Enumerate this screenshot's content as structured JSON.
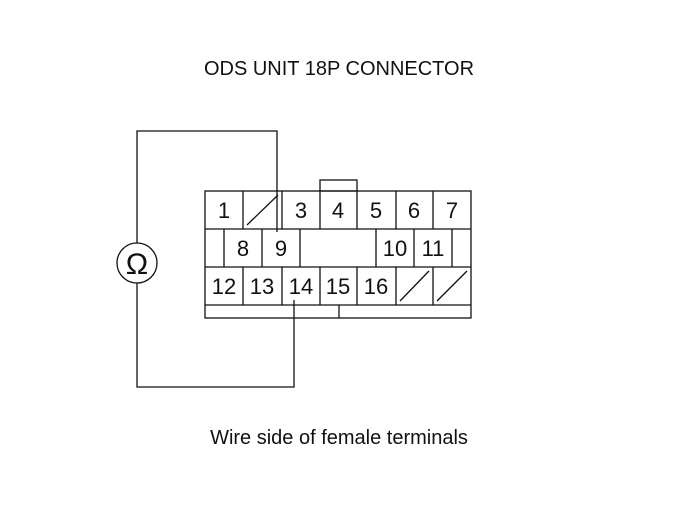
{
  "title": "ODS UNIT 18P CONNECTOR",
  "subtitle": "Wire side of female terminals",
  "meter": {
    "symbol": "Ω",
    "icon": "ohmmeter-icon"
  },
  "connector": {
    "pins": 18,
    "rows": [
      {
        "cells": [
          {
            "label": "1"
          },
          {
            "label": "",
            "blank": true
          },
          {
            "label": "3"
          },
          {
            "label": "4"
          },
          {
            "label": "5"
          },
          {
            "label": "6"
          },
          {
            "label": "7"
          }
        ]
      },
      {
        "cells": [
          {
            "label": "8"
          },
          {
            "label": "9"
          },
          {
            "label": "10"
          },
          {
            "label": "11"
          }
        ]
      },
      {
        "cells": [
          {
            "label": "12"
          },
          {
            "label": "13"
          },
          {
            "label": "14"
          },
          {
            "label": "15"
          },
          {
            "label": "16"
          },
          {
            "label": "",
            "blank": true
          },
          {
            "label": "",
            "blank": true
          }
        ]
      }
    ],
    "probe_pins": [
      "9",
      "14"
    ]
  }
}
